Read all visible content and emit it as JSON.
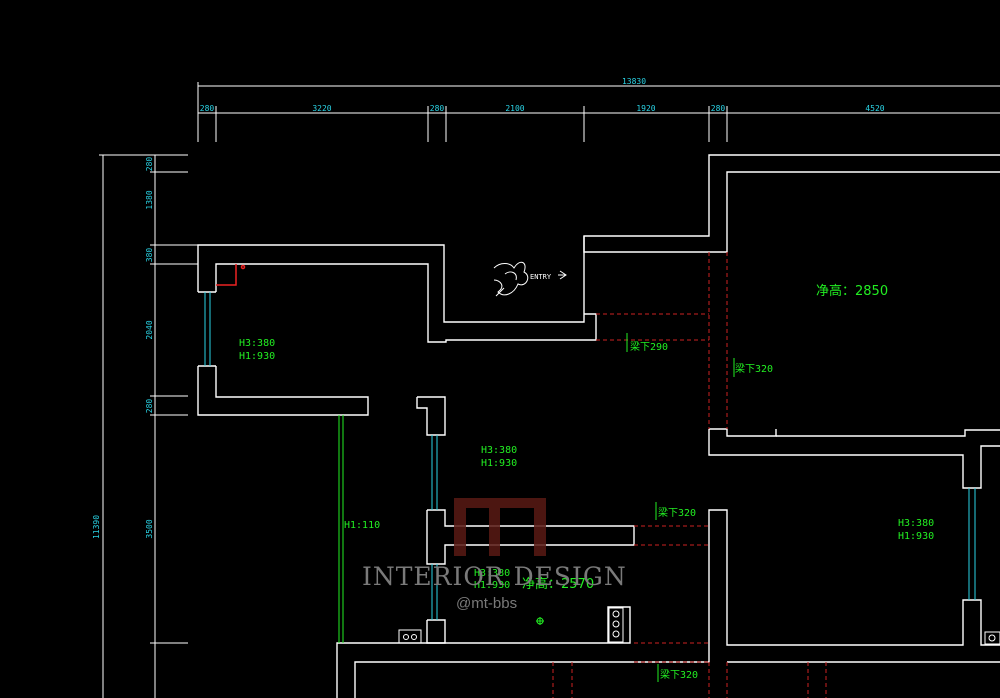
{
  "dimensions": {
    "top_total": "13830",
    "top_segments": [
      "280",
      "3220",
      "280",
      "2100",
      "1920",
      "280",
      "4520"
    ],
    "left_total": "11390",
    "left_segments": [
      "280",
      "1380",
      "380",
      "2040",
      "280",
      "3500"
    ]
  },
  "room_labels": {
    "left_room_h3": "H3:380",
    "left_room_h1": "H1:930",
    "center_room_h3": "H3:380",
    "center_room_h1": "H1:930",
    "corridor_h1": "H1:110",
    "small_room_h3": "H3:380",
    "small_room_h1": "H1:930",
    "right_room_h3": "H3:380",
    "right_room_h1": "H1:930"
  },
  "ceiling_heights": {
    "upper_right": "净高：2850",
    "lower_center": "净高：2570"
  },
  "beam_notes": {
    "beam_1": "梁下290",
    "beam_2": "梁下320",
    "beam_3": "梁下320",
    "beam_4": "梁下320"
  },
  "symbols": {
    "entry_label": "ENTRY"
  },
  "watermark": {
    "title": "INTERIOR DESIGN",
    "handle": "@mt-bbs"
  },
  "colors": {
    "background": "#000000",
    "walls": "#ffffff",
    "dimensions": "#2ad4e6",
    "labels": "#22ee22",
    "beams": "#cc2222",
    "watermark": "#7a7a7a"
  }
}
